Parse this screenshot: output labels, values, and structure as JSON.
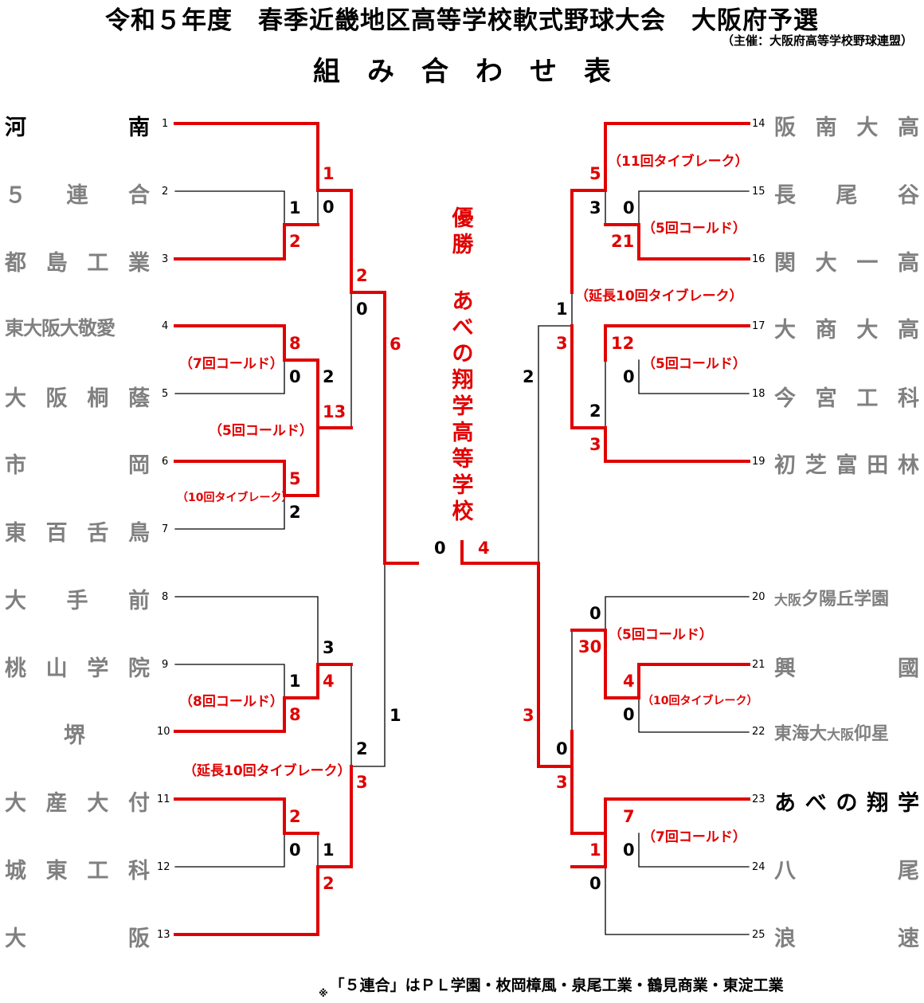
{
  "header": {
    "title": "令和５年度　春季近畿地区高等学校軟式野球大会　大阪府予選",
    "organizer": "（主催：大阪府高等学校野球連盟）",
    "subtitle": "組み合わせ表"
  },
  "champion": {
    "label": "優勝",
    "school": "あべの翔学高等学校"
  },
  "teams_left": [
    {
      "no": "1",
      "name": "河南"
    },
    {
      "no": "2",
      "name": "５連合"
    },
    {
      "no": "3",
      "name": "都島工業"
    },
    {
      "no": "4",
      "name": "東大阪大敬愛"
    },
    {
      "no": "5",
      "name": "大阪桐蔭"
    },
    {
      "no": "6",
      "name": "市岡"
    },
    {
      "no": "7",
      "name": "東百舌鳥"
    },
    {
      "no": "8",
      "name": "大手前"
    },
    {
      "no": "9",
      "name": "桃山学院"
    },
    {
      "no": "10",
      "name": "堺"
    },
    {
      "no": "11",
      "name": "大産大付"
    },
    {
      "no": "12",
      "name": "城東工科"
    },
    {
      "no": "13",
      "name": "大阪"
    }
  ],
  "teams_right": [
    {
      "no": "14",
      "name": "阪南大高"
    },
    {
      "no": "15",
      "name": "長尾谷"
    },
    {
      "no": "16",
      "name": "関大一高"
    },
    {
      "no": "17",
      "name": "大商大高"
    },
    {
      "no": "18",
      "name": "今宮工科"
    },
    {
      "no": "19",
      "name": "初芝富田林"
    },
    {
      "no": "20",
      "name_prefix": "大阪",
      "name": "夕陽丘学園"
    },
    {
      "no": "21",
      "name": "興國"
    },
    {
      "no": "22",
      "name": "東海大",
      "name_mid": "大阪",
      "name_end": "仰星"
    },
    {
      "no": "23",
      "name": "あべの翔学"
    },
    {
      "no": "24",
      "name": "八尾"
    },
    {
      "no": "25",
      "name": "浪速"
    }
  ],
  "scores": {
    "l1_m1_top": "1",
    "l1_m1_bot": "0",
    "l1_m2_top": "1",
    "l1_m2_bot": "2",
    "l2_top": "2",
    "l2_bot": "0",
    "l3_top": "8",
    "l3_bot": "0",
    "l4_top": "2",
    "l4_bot": "13",
    "l5_top": "5",
    "l5_bot": "2",
    "l6_top": "6",
    "l7_top": "1",
    "l7_bot": "8",
    "l8_top": "3",
    "l8_bot": "4",
    "l9_top": "2",
    "l9_bot": "0",
    "l10_top": "1",
    "l10_bot": "2",
    "l11_top": "2",
    "l11_bot": "3",
    "l12": "1",
    "final_left": "0",
    "final_right": "4",
    "r1_top": "5",
    "r1_bot": "3",
    "r2_top": "0",
    "r2_bot": "21",
    "r3_top": "1",
    "r3_bot": "3",
    "r4_top": "12",
    "r4_bot": "0",
    "r5_top": "2",
    "r5_bot": "3",
    "r6": "2",
    "r7_top": "0",
    "r7_bot": "30",
    "r8_top": "4",
    "r8_bot": "0",
    "r9_top": "0",
    "r9_bot": "3",
    "r10_top": "7",
    "r10_bot": "0",
    "r11_top": "1",
    "r11_bot": "0",
    "r12": "3"
  },
  "notes": {
    "n_7called": "（7回コールド）",
    "n_5called_a": "（5回コールド）",
    "n_10tb_a": "（10回タイブレーク）",
    "n_8called": "（8回コールド）",
    "n_ext10tb_left": "（延長10回タイブレーク）",
    "n_11tb": "（11回タイブレーク）",
    "n_5called_b": "（5回コールド）",
    "n_ext10tb_right": "（延長10回タイブレーク）",
    "n_5called_c": "（5回コールド）",
    "n_5called_d": "（5回コールド）",
    "n_10tb_b": "（10回タイブレーク）",
    "n_7called_b": "（7回コールド）"
  },
  "footnote": {
    "mark": "※",
    "text": "「５連合」はＰＬ学園・枚岡樟風・泉尾工業・鶴見商業・東淀工業"
  },
  "colors": {
    "winner_line": "#e00000",
    "loser_line": "#000000",
    "team_text": "#808080",
    "champion_text": "#e00000"
  }
}
